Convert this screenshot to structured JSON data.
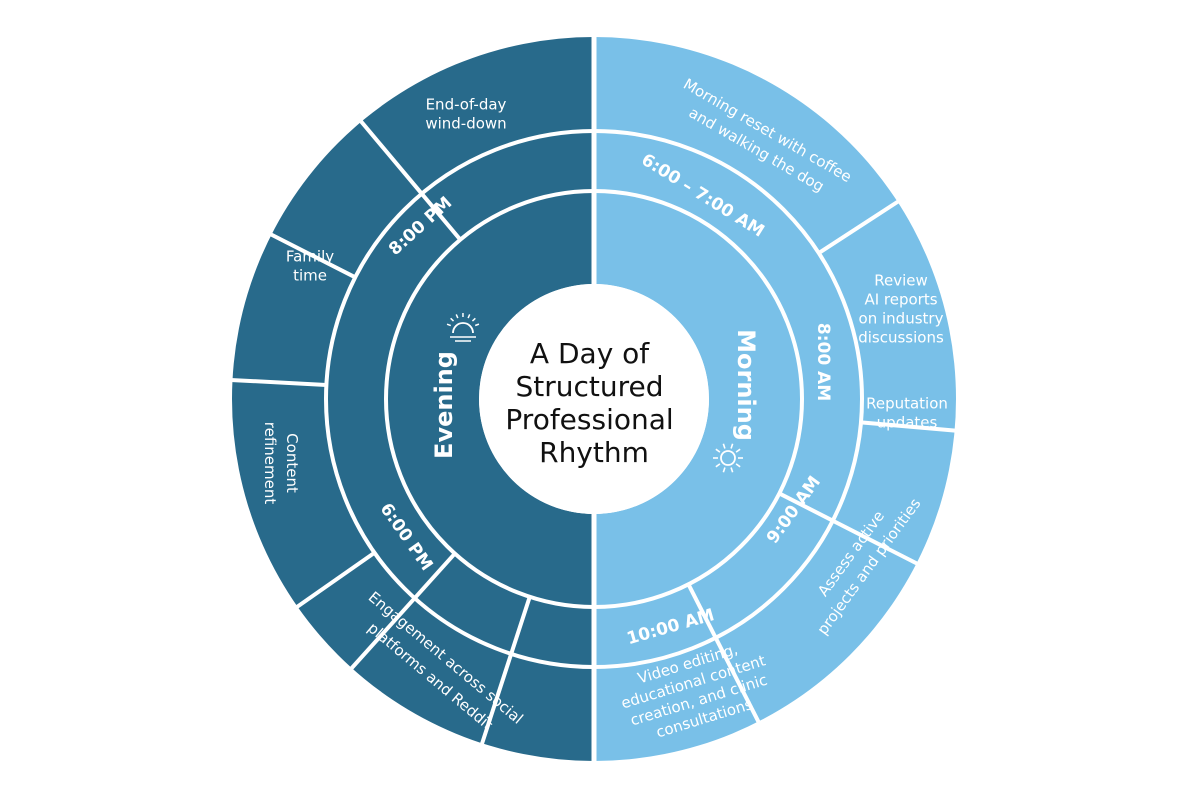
{
  "center": {
    "title_lines": [
      "A Day of",
      "Structured",
      "Professional",
      "Rhythm"
    ]
  },
  "colors": {
    "evening": "#286a8b",
    "morning": "#79c0e8",
    "divider": "#ffffff",
    "center_fill": "#ffffff",
    "center_text": "#111111"
  },
  "periods": [
    {
      "label": "Morning",
      "icon": "sun-icon",
      "half": "right"
    },
    {
      "label": "Evening",
      "icon": "sunset-icon",
      "half": "left"
    }
  ],
  "times": [
    {
      "label": "6:00 – 7:00 AM",
      "period": "Morning"
    },
    {
      "label": "8:00 AM",
      "period": "Morning"
    },
    {
      "label": "9:00 AM",
      "period": "Morning"
    },
    {
      "label": "10:00 AM",
      "period": "Morning"
    },
    {
      "label": "6:00 PM",
      "period": "Evening"
    },
    {
      "label": "8:00 PM",
      "period": "Evening"
    }
  ],
  "activities": [
    {
      "lines": [
        "Morning reset with coffee",
        "and walking the dog"
      ],
      "time": "6:00 – 7:00 AM"
    },
    {
      "lines": [
        "Review",
        "AI reports",
        "on industry",
        "discussions"
      ],
      "time": "8:00 AM"
    },
    {
      "lines": [
        "Reputation",
        "updates"
      ],
      "time": "8:00 AM"
    },
    {
      "lines": [
        "Assess active",
        "projects and priorities"
      ],
      "time": "9:00 AM"
    },
    {
      "lines": [
        "Video editing,",
        "educational content",
        "creation, and clinic",
        "consultations"
      ],
      "time": "10:00 AM"
    },
    {
      "lines": [
        "Engagement across social",
        "platforms and Reddit"
      ],
      "time": "6:00 PM"
    },
    {
      "lines": [
        "Content",
        "refinement"
      ],
      "time": "6:00 PM"
    },
    {
      "lines": [
        "Family",
        "time"
      ],
      "time": "8:00 PM"
    },
    {
      "lines": [
        "End-of-day",
        "wind-down"
      ],
      "time": "8:00 PM"
    }
  ]
}
